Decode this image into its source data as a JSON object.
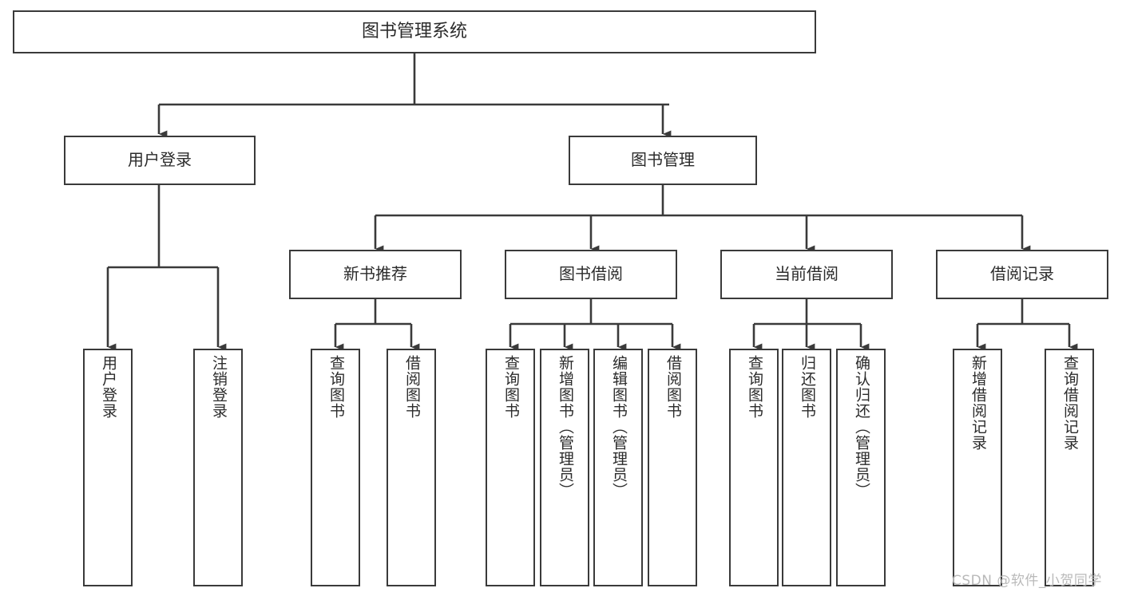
{
  "diagram": {
    "type": "tree-hierarchy",
    "title": "图书管理系统",
    "orientation": "top-down",
    "colors": {
      "box_border": "#3a3a3a",
      "box_fill": "#ffffff",
      "edge": "#3a3a3a",
      "text": "#2b2b2b",
      "watermark": "#b9b9b9",
      "background": "#ffffff"
    }
  },
  "root": {
    "label": "图书管理系统"
  },
  "level2": [
    {
      "label": "用户登录"
    },
    {
      "label": "图书管理"
    }
  ],
  "level3": [
    {
      "label": "新书推荐"
    },
    {
      "label": "图书借阅"
    },
    {
      "label": "当前借阅"
    },
    {
      "label": "借阅记录"
    }
  ],
  "leaves": {
    "user_login": [
      {
        "label": "用户登录"
      },
      {
        "label": "注销登录"
      }
    ],
    "new_book": [
      {
        "label": "查询图书"
      },
      {
        "label": "借阅图书"
      }
    ],
    "book_borrow": [
      {
        "label": "查询图书"
      },
      {
        "label": "新增图书（管理员）"
      },
      {
        "label": "编辑图书（管理员）"
      },
      {
        "label": "借阅图书"
      }
    ],
    "current_borrow": [
      {
        "label": "查询图书"
      },
      {
        "label": "归还图书"
      },
      {
        "label": "确认归还（管理员）"
      }
    ],
    "borrow_record": [
      {
        "label": "新增借阅记录"
      },
      {
        "label": "查询借阅记录"
      }
    ]
  },
  "watermark": {
    "text": "CSDN @软件_小贺同学"
  }
}
